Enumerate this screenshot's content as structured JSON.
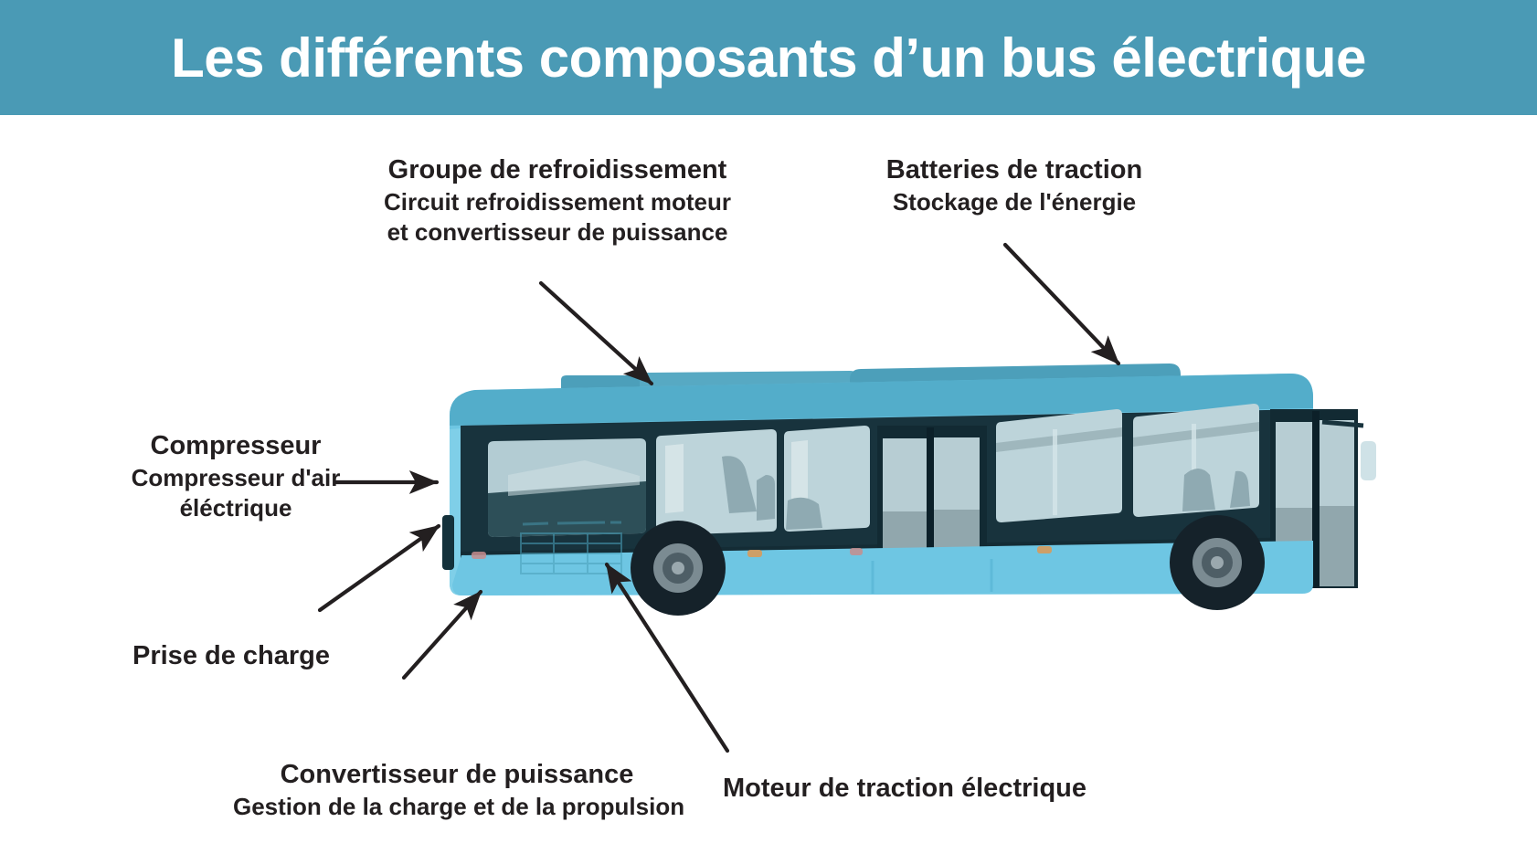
{
  "banner": {
    "title": "Les différents composants d’un bus électrique",
    "background_color": "#4a9ab5",
    "text_color": "#ffffff"
  },
  "diagram": {
    "subject": "electric-bus-side-view",
    "background_color": "#ffffff",
    "palette": {
      "body_light_blue": "#6ec6e3",
      "body_mid_blue": "#58b5d6",
      "roof_teal": "#4c9fba",
      "window_band_dark": "#18333d",
      "glass_light": "#bcd6dc",
      "glass_mid": "#9fbcc4",
      "tire_dark": "#15222a",
      "rim_gray": "#7b8b92",
      "arrow_color": "#231f20"
    },
    "callouts": [
      {
        "id": "cooling",
        "title": "Groupe de refroidissement",
        "sub1": "Circuit refroidissement moteur",
        "sub2": "et convertisseur de puissance"
      },
      {
        "id": "batteries",
        "title": "Batteries de traction",
        "sub1": "Stockage de l'énergie",
        "sub2": ""
      },
      {
        "id": "compressor",
        "title": "Compresseur",
        "sub1": "Compresseur d'air",
        "sub2": "éléctrique"
      },
      {
        "id": "charge_port",
        "title": "Prise de charge",
        "sub1": "",
        "sub2": ""
      },
      {
        "id": "converter",
        "title": "Convertisseur de puissance",
        "sub1": "Gestion de la charge et de la propulsion",
        "sub2": ""
      },
      {
        "id": "motor",
        "title": "Moteur de traction électrique",
        "sub1": "",
        "sub2": ""
      }
    ]
  }
}
